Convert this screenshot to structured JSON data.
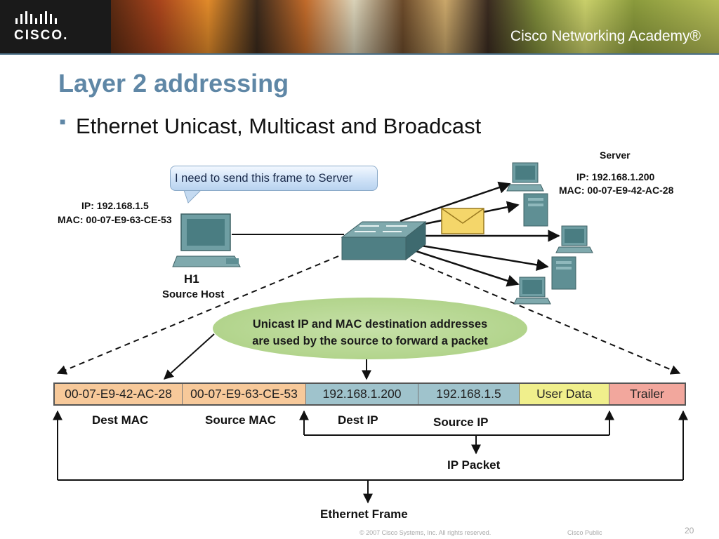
{
  "banner": {
    "logo_text": "CISCO.",
    "academy_text": "Cisco Networking Academy®"
  },
  "slide": {
    "title": "Layer 2 addressing",
    "bullet": "Ethernet Unicast, Multicast and Broadcast"
  },
  "diagram": {
    "callout": "I need to send this frame to Server",
    "source": {
      "ip": "IP: 192.168.1.5",
      "mac": "MAC: 00-07-E9-63-CE-53",
      "name": "H1",
      "role": "Source Host"
    },
    "server": {
      "label": "Server",
      "ip": "IP: 192.168.1.200",
      "mac": "MAC: 00-07-E9-42-AC-28"
    },
    "note_line1": "Unicast IP and MAC destination addresses",
    "note_line2": "are used by the source to forward a packet"
  },
  "frame": {
    "fields": [
      {
        "value": "00-07-E9-42-AC-28",
        "color": "#f7c99a"
      },
      {
        "value": "00-07-E9-63-CE-53",
        "color": "#f7c99a"
      },
      {
        "value": "192.168.1.200",
        "color": "#9fc3cc"
      },
      {
        "value": "192.168.1.5",
        "color": "#9fc3cc"
      },
      {
        "value": "User Data",
        "color": "#f0ef8c"
      },
      {
        "value": "Trailer",
        "color": "#f2a79d"
      }
    ],
    "labels": {
      "dest_mac": "Dest MAC",
      "source_mac": "Source MAC",
      "dest_ip": "Dest IP",
      "source_ip": "Source IP",
      "ip_packet": "IP Packet",
      "ethernet_frame": "Ethernet Frame"
    }
  },
  "footer": {
    "copyright": "© 2007 Cisco Systems, Inc. All rights reserved.",
    "classification": "Cisco Public",
    "page": "20"
  }
}
